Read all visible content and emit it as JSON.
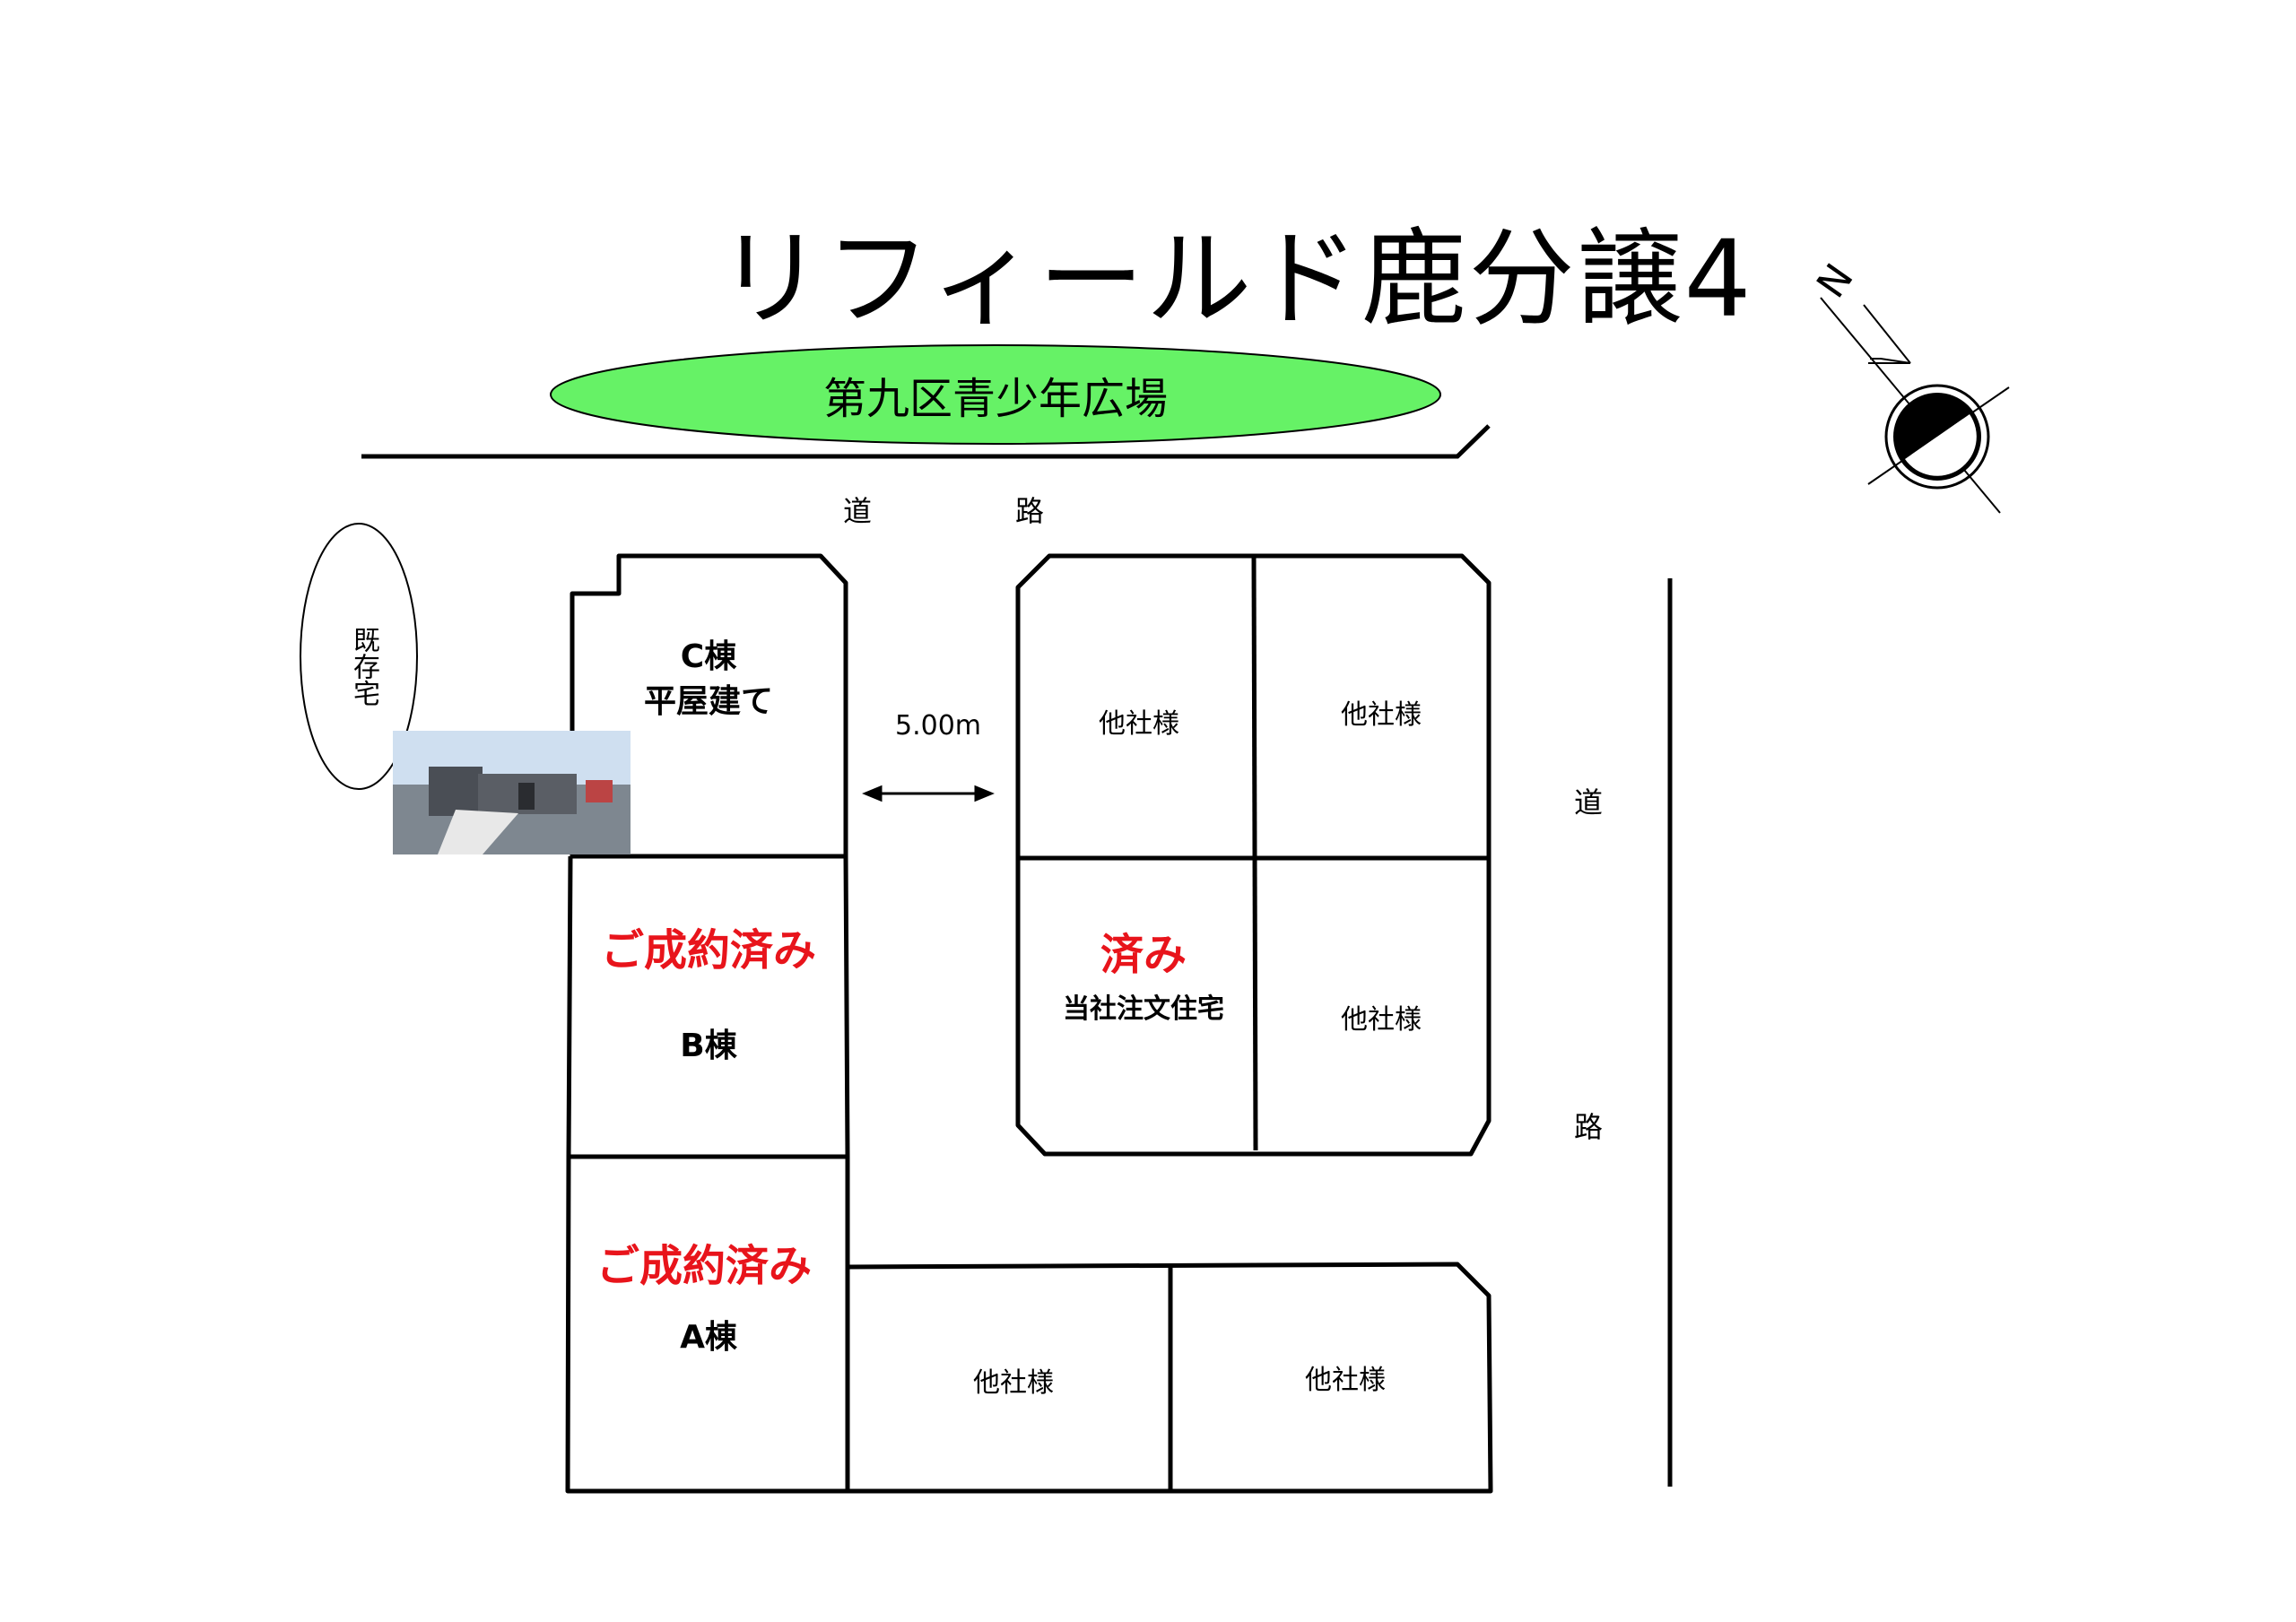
{
  "title": "リフィールド鹿分譲4",
  "park": "第九区青少年広場",
  "road_top": [
    "道",
    "路"
  ],
  "road_right": [
    "道",
    "路"
  ],
  "neighbor_house": "既存宅",
  "road_width": "5.00m",
  "compass_mark": "N",
  "lot_c": {
    "name": "C棟",
    "type": "平屋建て"
  },
  "lot_b": {
    "status": "ご成約済み",
    "name": "B棟"
  },
  "lot_a": {
    "status": "ご成約済み",
    "name": "A棟"
  },
  "center_lot": {
    "status": "済み",
    "label": "当社注文住宅"
  },
  "other_company": "他社様",
  "colors": {
    "park_fill": "#66f266",
    "sold_text": "#e8141b",
    "line": "#000000"
  },
  "photo": {
    "description_icon": "house-photo"
  }
}
